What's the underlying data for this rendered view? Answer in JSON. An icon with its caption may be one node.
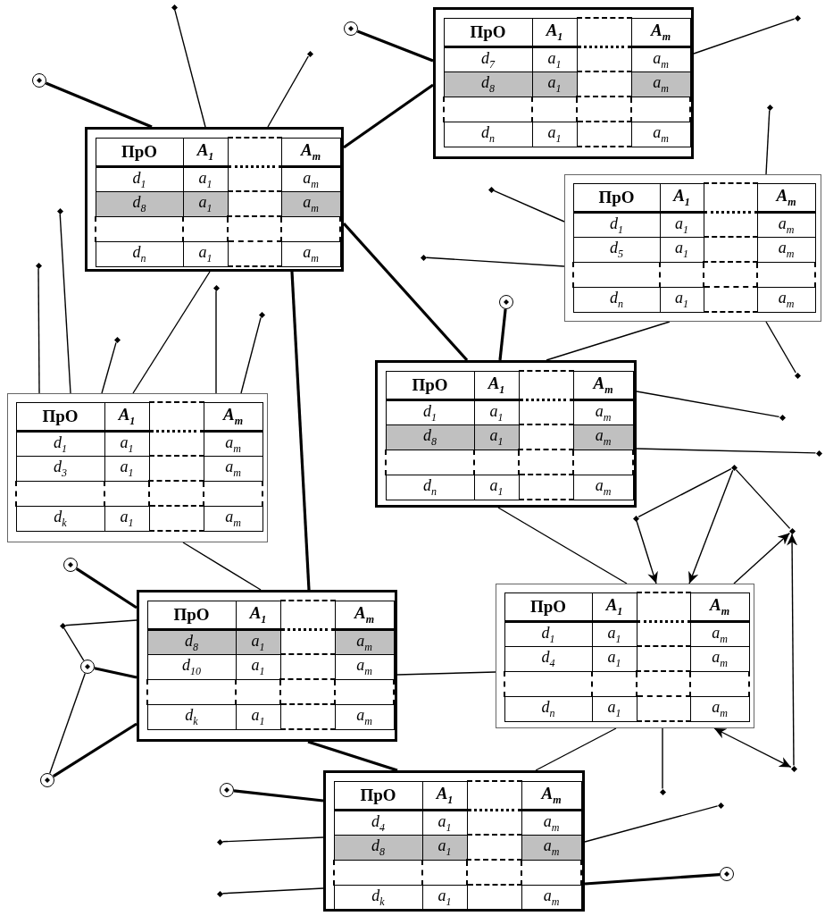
{
  "diagram": {
    "nodes": [
      {
        "text": [],
        "shape": "dot"
      },
      {
        "text": [
          "ПрО",
          "A$_{1}$",
          "A$_{m}$",
          "d$_{7}$",
          "a$_{1}$",
          "a$_{m}$",
          "d$_{8}$",
          "a$_{1}$",
          "a$_{m}$",
          "d$_{n}$",
          "a$_{1}$",
          "a$_{m}$"
        ]
      },
      {
        "text": [],
        "shape": "dot"
      },
      {
        "text": [],
        "shape": "circle"
      },
      {
        "text": [],
        "shape": "dot"
      },
      {
        "text": [],
        "shape": "circle"
      },
      {
        "text": [],
        "shape": "dot"
      },
      {
        "text": [
          "ПрО",
          "A$_{1}$",
          "A$_{m}$",
          "d$_{1}$",
          "a$_{1}$",
          "a$_{m}$",
          "d$_{8}$",
          "a$_{1}$",
          "a$_{m}$",
          "d$_{n}$",
          "a$_{1}$",
          "a$_{m}$"
        ]
      },
      {
        "text": [
          "ПрО",
          "A$_{1}$",
          "A$_{m}$",
          "d$_{1}$",
          "a$_{1}$",
          "a$_{m}$",
          "d$_{5}$",
          "a$_{1}$",
          "a$_{m}$",
          "d$_{n}$",
          "a$_{1}$",
          "a$_{m}$"
        ]
      },
      {
        "text": [],
        "shape": "dot"
      },
      {
        "text": [],
        "shape": "dot"
      },
      {
        "text": [],
        "shape": "dot"
      },
      {
        "text": [],
        "shape": "dot"
      },
      {
        "text": [],
        "shape": "dot"
      },
      {
        "text": [],
        "shape": "circle"
      },
      {
        "text": [],
        "shape": "dot"
      },
      {
        "text": [],
        "shape": "dot"
      },
      {
        "text": [
          "ПрО",
          "A$_{1}$",
          "A$_{m}$",
          "d$_{1}$",
          "a$_{1}$",
          "a$_{m}$",
          "d$_{8}$",
          "a$_{1}$",
          "a$_{m}$",
          "d$_{n}$",
          "a$_{1}$",
          "a$_{m}$"
        ]
      },
      {
        "text": [],
        "shape": "dot"
      },
      {
        "text": [
          "ПрО",
          "A$_{1}$",
          "A$_{m}$",
          "d$_{1}$",
          "a$_{1}$",
          "a$_{m}$",
          "d$_{3}$",
          "a$_{1}$",
          "a$_{m}$",
          "d$_{k}$",
          "a$_{1}$",
          "a$_{m}$"
        ]
      },
      {
        "text": [],
        "shape": "dot"
      },
      {
        "text": [],
        "shape": "dot"
      },
      {
        "text": [],
        "shape": "dot"
      },
      {
        "text": [],
        "shape": "dot"
      },
      {
        "text": [],
        "shape": "dot"
      },
      {
        "text": [],
        "shape": "circle"
      },
      {
        "text": [
          "ПрО",
          "A$_{1}$",
          "A$_{m}$",
          "d$_{1}$",
          "a$_{1}$",
          "a$_{m}$",
          "d$_{4}$",
          "a$_{1}$",
          "a$_{m}$",
          "d$_{n}$",
          "a$_{1}$",
          "a$_{m}$"
        ]
      },
      {
        "text": [
          "ПрО",
          "A$_{1}$",
          "A$_{m}$",
          "d$_{8}$",
          "a$_{1}$",
          "a$_{m}$",
          "d$_{10}$",
          "a$_{1}$",
          "a$_{m}$",
          "d$_{k}$",
          "a$_{1}$",
          "a$_{m}$"
        ]
      },
      {
        "text": [],
        "shape": "dot"
      },
      {
        "text": [],
        "shape": "circle"
      },
      {
        "text": [],
        "shape": "dot"
      },
      {
        "text": [
          "ПрО",
          "A$_{1}$",
          "A$_{m}$",
          "d$_{4}$",
          "a$_{1}$",
          "a$_{m}$",
          "d$_{8}$",
          "a$_{1}$",
          "a$_{m}$",
          "d$_{k}$",
          "a$_{1}$",
          "a$_{m}$"
        ]
      },
      {
        "text": [],
        "shape": "circle"
      },
      {
        "text": [],
        "shape": "circle"
      },
      {
        "text": [],
        "shape": "dot"
      },
      {
        "text": [],
        "shape": "dot"
      },
      {
        "text": [],
        "shape": "dot"
      },
      {
        "text": [],
        "shape": "circle"
      },
      {
        "text": [],
        "shape": "dot"
      }
    ],
    "edges": [
      {
        "from": 5,
        "to": 7,
        "arrow": "none",
        "style": "thick"
      },
      {
        "from": 0,
        "to": 7,
        "arrow": "none"
      },
      {
        "from": 4,
        "to": 7,
        "arrow": "none"
      },
      {
        "from": 7,
        "to": 1,
        "arrow": "none",
        "style": "thick"
      },
      {
        "from": 3,
        "to": 1,
        "arrow": "none",
        "style": "thick"
      },
      {
        "from": 1,
        "to": 2,
        "arrow": "none"
      },
      {
        "from": 6,
        "to": 8,
        "arrow": "none"
      },
      {
        "from": 9,
        "to": 8,
        "arrow": "none"
      },
      {
        "from": 11,
        "to": 8,
        "arrow": "none"
      },
      {
        "from": 8,
        "to": 18,
        "arrow": "none"
      },
      {
        "from": 8,
        "to": 17,
        "arrow": "none"
      },
      {
        "from": 14,
        "to": 17,
        "arrow": "none",
        "style": "thick"
      },
      {
        "from": 7,
        "to": 17,
        "arrow": "none",
        "style": "thick"
      },
      {
        "from": 17,
        "to": 20,
        "arrow": "none"
      },
      {
        "from": 17,
        "to": 21,
        "arrow": "none"
      },
      {
        "from": 17,
        "to": 26,
        "arrow": "none"
      },
      {
        "from": 12,
        "to": 19,
        "arrow": "none"
      },
      {
        "from": 10,
        "to": 19,
        "arrow": "none"
      },
      {
        "from": 16,
        "to": 19,
        "arrow": "none"
      },
      {
        "from": 7,
        "to": 19,
        "arrow": "none"
      },
      {
        "from": 13,
        "to": 19,
        "arrow": "none"
      },
      {
        "from": 15,
        "to": 19,
        "arrow": "none"
      },
      {
        "from": 19,
        "to": 27,
        "arrow": "none"
      },
      {
        "from": 7,
        "to": 27,
        "arrow": "none",
        "style": "thick"
      },
      {
        "from": 25,
        "to": 27,
        "arrow": "none",
        "style": "thick"
      },
      {
        "from": 28,
        "to": 27,
        "arrow": "none"
      },
      {
        "from": 29,
        "to": 27,
        "arrow": "none",
        "style": "thick"
      },
      {
        "from": 28,
        "to": 29,
        "arrow": "none"
      },
      {
        "from": 29,
        "to": 32,
        "arrow": "none"
      },
      {
        "from": 32,
        "to": 27,
        "arrow": "none",
        "style": "thick"
      },
      {
        "from": 27,
        "to": 26,
        "arrow": "none"
      },
      {
        "from": 27,
        "to": 31,
        "arrow": "none",
        "style": "thick"
      },
      {
        "from": 22,
        "to": 23,
        "arrow": "none"
      },
      {
        "from": 23,
        "to": 26,
        "arrow": "to"
      },
      {
        "from": 22,
        "to": 26,
        "arrow": "to"
      },
      {
        "from": 22,
        "to": 24,
        "arrow": "none"
      },
      {
        "from": 26,
        "to": 24,
        "arrow": "to"
      },
      {
        "from": 30,
        "to": 24,
        "arrow": "to"
      },
      {
        "from": 26,
        "to": 30,
        "arrow": "both"
      },
      {
        "from": 26,
        "to": 34,
        "arrow": "none"
      },
      {
        "from": 26,
        "to": 31,
        "arrow": "none"
      },
      {
        "from": 33,
        "to": 31,
        "arrow": "none",
        "style": "thick"
      },
      {
        "from": 36,
        "to": 31,
        "arrow": "none"
      },
      {
        "from": 38,
        "to": 31,
        "arrow": "none"
      },
      {
        "from": 31,
        "to": 35,
        "arrow": "none"
      },
      {
        "from": 31,
        "to": 37,
        "arrow": "none",
        "style": "thick"
      }
    ]
  }
}
